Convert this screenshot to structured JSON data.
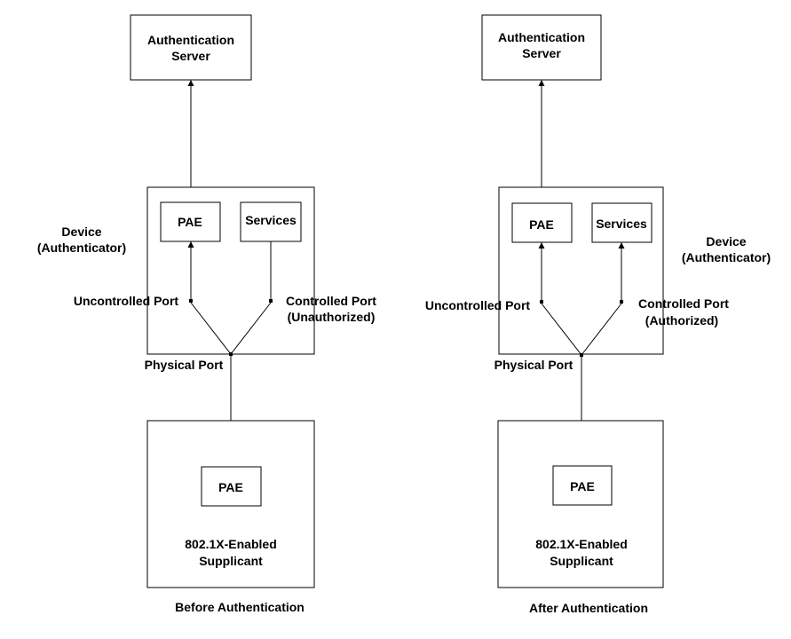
{
  "before": {
    "auth_server": [
      "Authentication",
      "Server"
    ],
    "device": [
      "Device",
      "(Authenticator)"
    ],
    "pae": "PAE",
    "services": "Services",
    "uncontrolled_port": "Uncontrolled Port",
    "controlled_port": [
      "Controlled Port",
      "(Unauthorized)"
    ],
    "physical_port": "Physical Port",
    "supplicant_pae": "PAE",
    "supplicant": [
      "802.1X-Enabled",
      "Supplicant"
    ],
    "caption": "Before Authentication"
  },
  "after": {
    "auth_server": [
      "Authentication",
      "Server"
    ],
    "device": [
      "Device",
      "(Authenticator)"
    ],
    "pae": "PAE",
    "services": "Services",
    "uncontrolled_port": "Uncontrolled Port",
    "controlled_port": [
      "Controlled Port",
      "(Authorized)"
    ],
    "physical_port": "Physical Port",
    "supplicant_pae": "PAE",
    "supplicant": [
      "802.1X-Enabled",
      "Supplicant"
    ],
    "caption": "After Authentication"
  }
}
